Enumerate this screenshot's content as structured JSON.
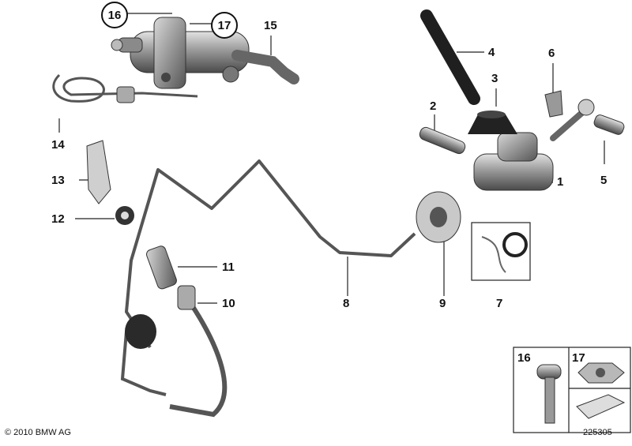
{
  "callouts": {
    "c16": "16",
    "c17": "17",
    "c15": "15",
    "c14": "14",
    "c13": "13",
    "c12": "12",
    "c11": "11",
    "c10": "10",
    "c8": "8",
    "c9": "9",
    "c7": "7",
    "c1": "1",
    "c2": "2",
    "c3": "3",
    "c4": "4",
    "c5": "5",
    "c6": "6"
  },
  "inset": {
    "left_label": "16",
    "right_label": "17"
  },
  "footer": {
    "copyright": "© 2010 BMW AG",
    "diagram_number": "225305"
  },
  "colors": {
    "line": "#222222",
    "part_dark": "#3a3a3a",
    "part_mid": "#7a7a7a",
    "part_light": "#c8c8c8"
  }
}
